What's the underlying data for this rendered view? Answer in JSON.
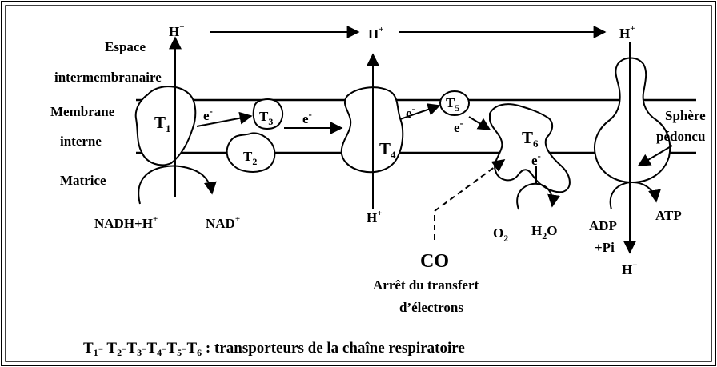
{
  "labels": {
    "espace": "Espace",
    "intermembranaire": "intermembranaire",
    "membrane": "Membrane",
    "interne": "interne",
    "matrice": "Matrice",
    "sphere": "Sphère",
    "pedoncu": "pédoncu"
  },
  "transporters": {
    "t1": "T",
    "t1_sub": "1",
    "t2": "T",
    "t2_sub": "2",
    "t3": "T",
    "t3_sub": "3",
    "t4": "T",
    "t4_sub": "4",
    "t5": "T",
    "t5_sub": "5",
    "t6": "T",
    "t6_sub": "6"
  },
  "electrons": {
    "e": "e",
    "minus": "-"
  },
  "protons": {
    "h": "H",
    "plus": "+"
  },
  "reactions": {
    "nadh": "NADH+H",
    "nadh_sup": "+",
    "nad": "NAD",
    "nad_sup": "+",
    "o": "O",
    "o_sub": "2",
    "h2o_h": "H",
    "h2o_sub": "2",
    "h2o_o": "O",
    "adp": "ADP",
    "pi": "+Pi",
    "atp": "ATP"
  },
  "inhibitor": {
    "co": "CO",
    "line1": "Arrêt du transfert",
    "line2": "d’électrons"
  },
  "caption": {
    "t": "T",
    "s1": "1",
    "s2": "2",
    "s3": "3",
    "s4": "4",
    "s5": "5",
    "s6": "6",
    "sep1": "- ",
    "sep": "-",
    "rest": " : transporteurs de la chaîne respiratoire"
  }
}
